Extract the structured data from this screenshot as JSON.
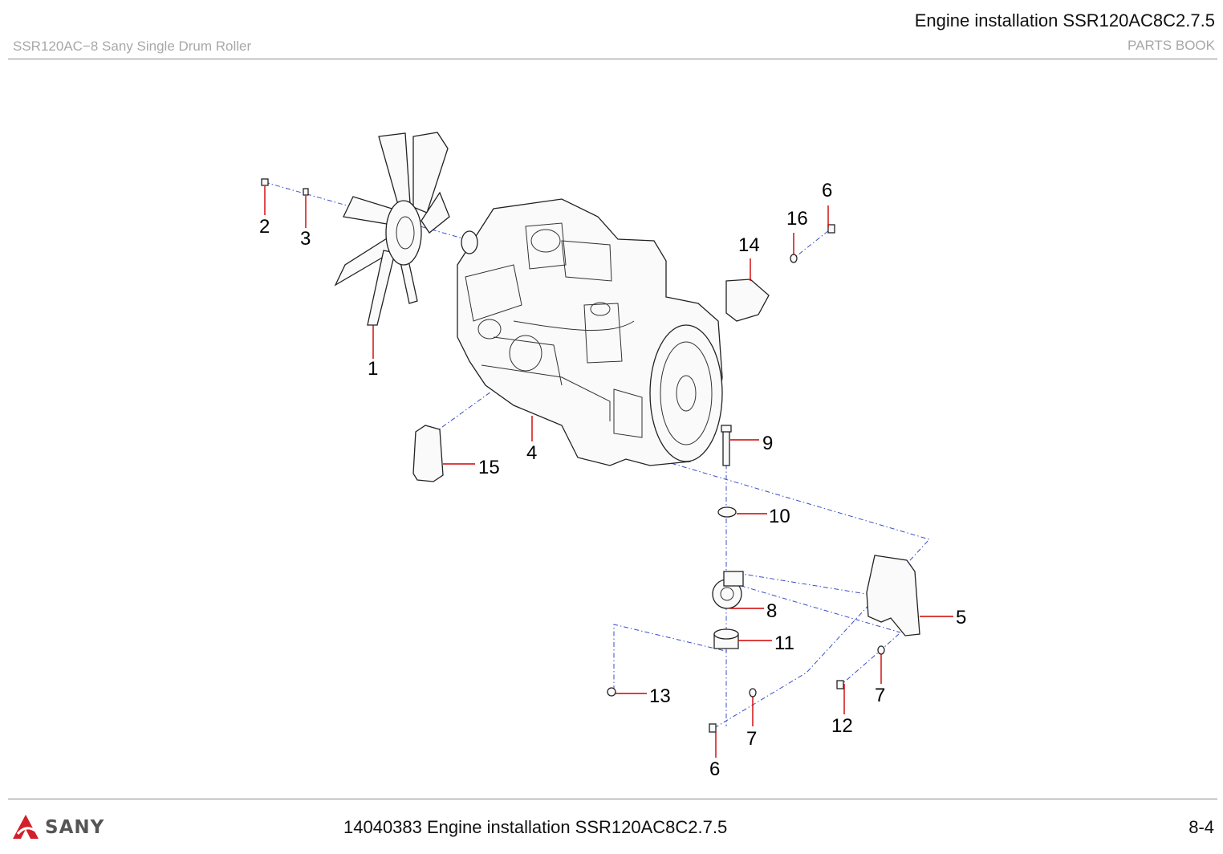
{
  "header": {
    "title": "Engine installation SSR120AC8C2.7.5",
    "subtitle": "SSR120AC−8 Sany Single Drum Roller",
    "book": "PARTS BOOK"
  },
  "footer": {
    "brand": "SANY",
    "caption": "14040383 Engine installation SSR120AC8C2.7.5",
    "page": "8-4"
  },
  "brand_color": "#d2202a",
  "callouts": [
    "1",
    "2",
    "3",
    "4",
    "5",
    "6",
    "16",
    "14",
    "15",
    "9",
    "10",
    "8",
    "11",
    "13",
    "7",
    "12",
    "7",
    "6"
  ]
}
